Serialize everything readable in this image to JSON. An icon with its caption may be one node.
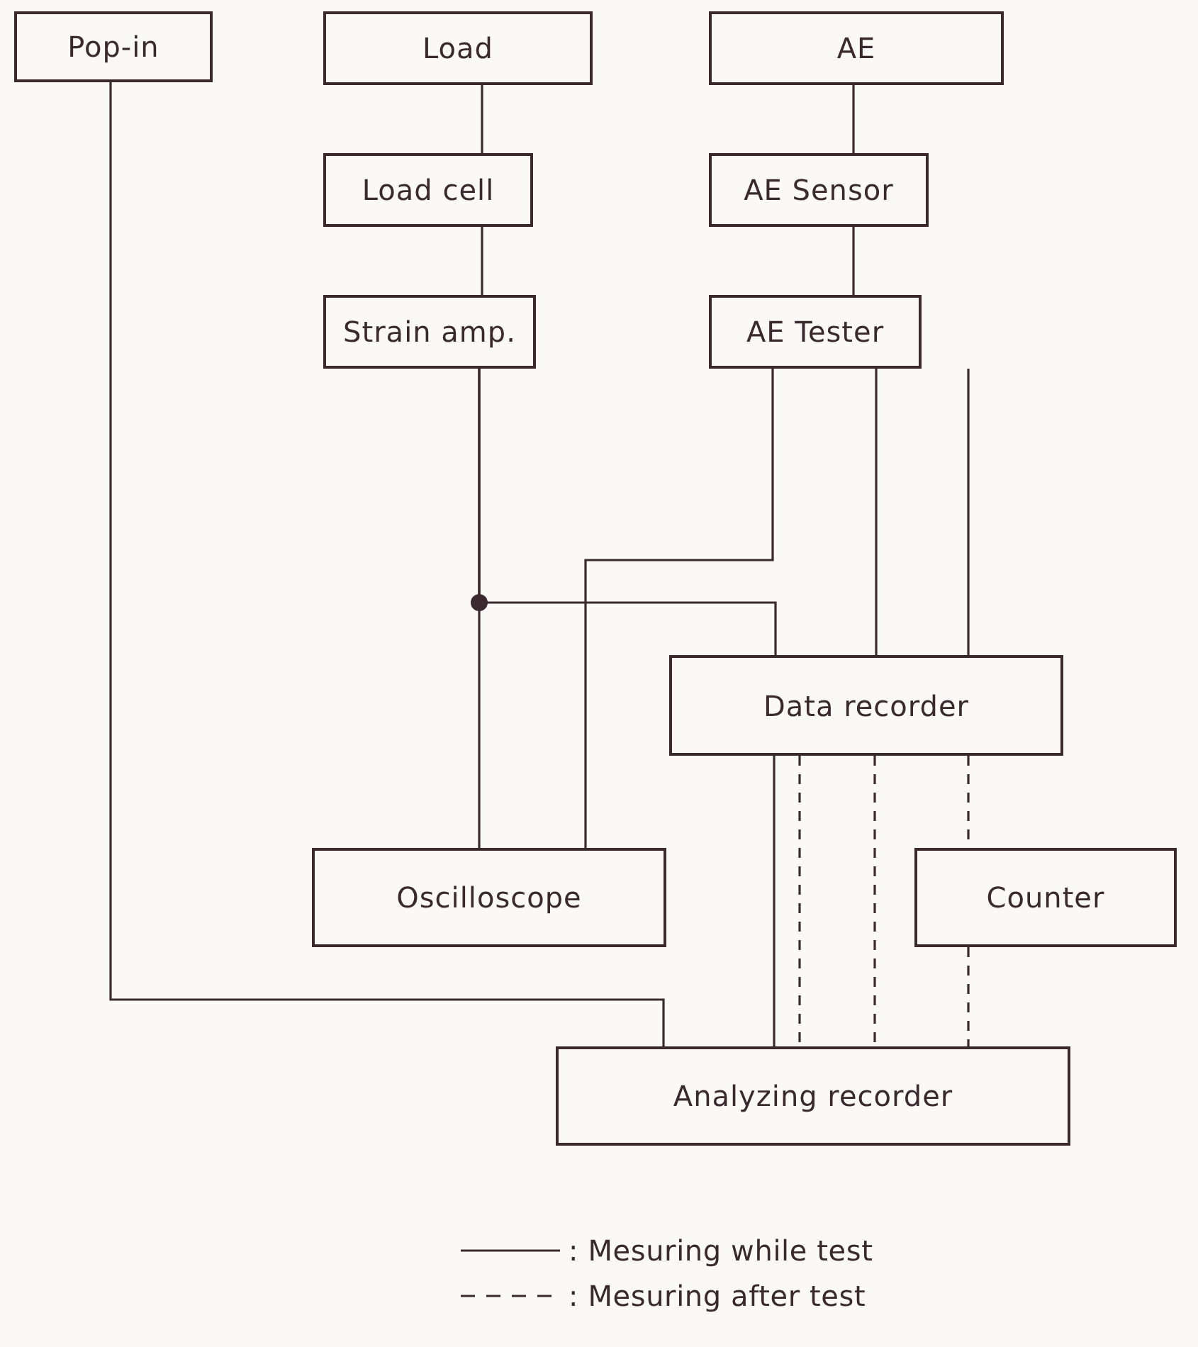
{
  "diagram": {
    "nodes": [
      {
        "text": [
          "Pop-in"
        ]
      },
      {
        "text": [
          "Load"
        ]
      },
      {
        "text": [
          "AE"
        ]
      },
      {
        "text": [
          "Load cell"
        ]
      },
      {
        "text": [
          "AE Sensor"
        ]
      },
      {
        "text": [
          "Strain amp."
        ]
      },
      {
        "text": [
          "AE Tester"
        ]
      },
      {
        "text": [
          "Data recorder"
        ]
      },
      {
        "text": [
          "Oscilloscope"
        ]
      },
      {
        "text": [
          "Counter"
        ]
      },
      {
        "text": [
          "Analyzing recorder"
        ]
      }
    ],
    "edges": [
      {
        "from": 1,
        "to": 3,
        "arrow": "none"
      },
      {
        "from": 3,
        "to": 5,
        "arrow": "none"
      },
      {
        "from": 2,
        "to": 4,
        "arrow": "none"
      },
      {
        "from": 4,
        "to": 6,
        "arrow": "none"
      },
      {
        "from": 5,
        "to": 8,
        "arrow": "none"
      },
      {
        "from": 5,
        "to": 7,
        "arrow": "none"
      },
      {
        "from": 6,
        "to": 8,
        "arrow": "none"
      },
      {
        "from": 6,
        "to": 7,
        "arrow": "none"
      },
      {
        "from": 6,
        "to": 7,
        "arrow": "none"
      },
      {
        "from": 0,
        "to": 10,
        "arrow": "none"
      },
      {
        "from": 7,
        "to": 10,
        "arrow": "none"
      },
      {
        "from": 7,
        "to": 10,
        "arrow": "none",
        "style": "dashed"
      },
      {
        "from": 7,
        "to": 10,
        "arrow": "none",
        "style": "dashed"
      },
      {
        "from": 7,
        "to": 9,
        "arrow": "none",
        "style": "dashed"
      },
      {
        "from": 9,
        "to": 10,
        "arrow": "none",
        "style": "dashed"
      }
    ],
    "legend": [
      {
        "text": ": Mesuring while test"
      },
      {
        "text": ": Mesuring after test"
      }
    ]
  }
}
